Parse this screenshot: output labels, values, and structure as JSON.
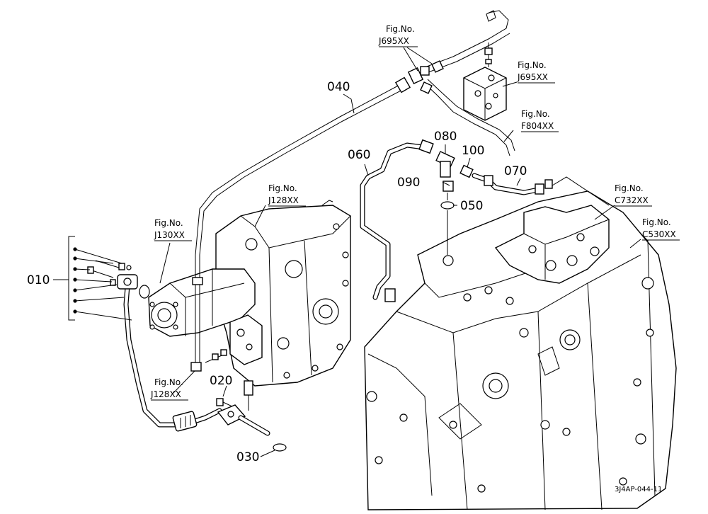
{
  "parts": {
    "p010": "010",
    "p020": "020",
    "p030": "030",
    "p040": "040",
    "p050": "050",
    "p060": "060",
    "p070": "070",
    "p080": "080",
    "p090": "090",
    "p100": "100"
  },
  "fig_refs": {
    "caption": "Fig.No.",
    "j695_top": "J695XX",
    "j695_right": "J695XX",
    "f804": "F804XX",
    "j128_top": "J128XX",
    "j130": "J130XX",
    "c732": "C732XX",
    "c530": "C530XX",
    "j128_bottom": "J128XX"
  },
  "drawing_code": "3J4AP-044-11"
}
